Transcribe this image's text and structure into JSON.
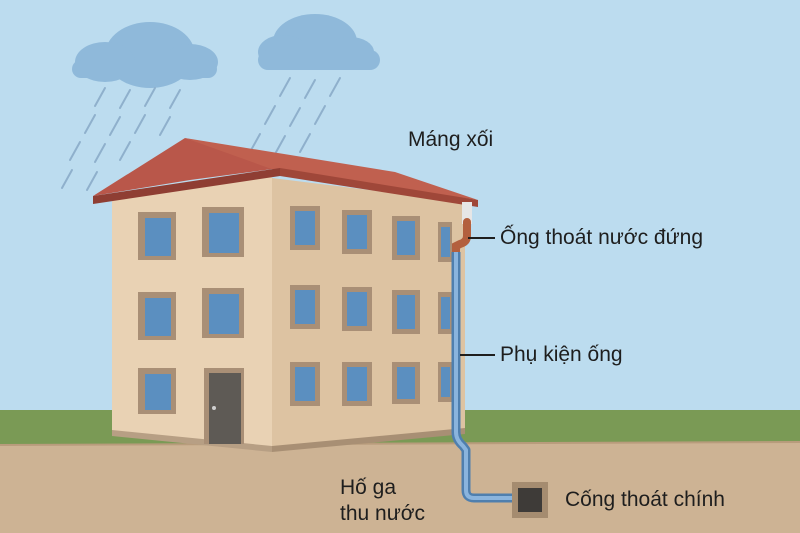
{
  "labels": {
    "gutter": "Máng xối",
    "downpipe": "Ống thoát nước đứng",
    "fittings": "Phụ kiện ống",
    "catch_basin_line1": "Hố ga",
    "catch_basin_line2": "thu nước",
    "main_drain": "Cống thoát chính"
  },
  "colors": {
    "sky": "#bcdcef",
    "ground": "#cdb394",
    "grass": "#7a9a55",
    "wall_front": "#e9d2b4",
    "wall_side": "#ddc3a2",
    "roof": "#b9574a",
    "pipe": "#6f9cc6",
    "gutter_elbow": "#b3603e"
  },
  "icons": [
    "cloud-icon",
    "rain-icon",
    "door-icon"
  ]
}
